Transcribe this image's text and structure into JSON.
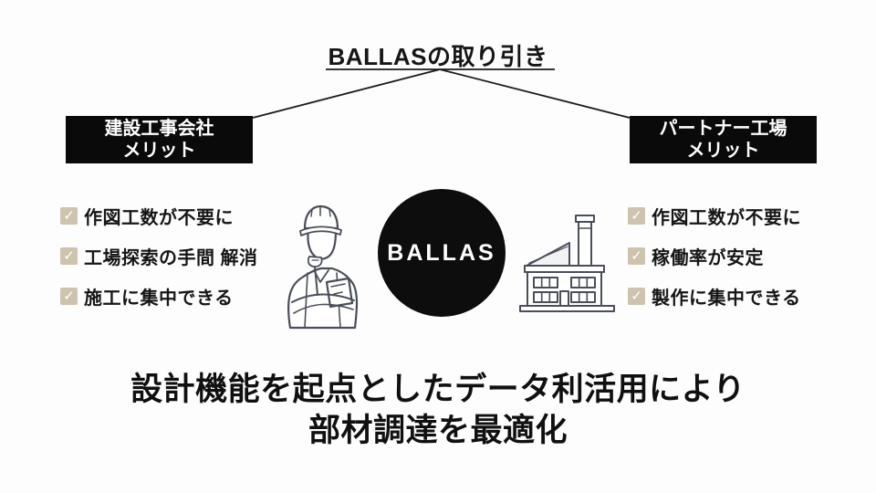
{
  "slide": {
    "title": "BALLASの取り引き"
  },
  "left_panel": {
    "header": {
      "line1": "建設工事会社",
      "line2": "メリット"
    },
    "items": [
      {
        "label": "作図工数が不要に"
      },
      {
        "label": "工場探索の手間 解消"
      },
      {
        "label": "施工に集中できる"
      }
    ]
  },
  "right_panel": {
    "header": {
      "line1": "パートナー工場",
      "line2": "メリット"
    },
    "items": [
      {
        "label": "作図工数が不要に"
      },
      {
        "label": "稼働率が安定"
      },
      {
        "label": "製作に集中できる"
      }
    ]
  },
  "center": {
    "logo": "BALLAS"
  },
  "footer": {
    "line1": "設計機能を起点としたデータ利活用により",
    "line2": "部材調達を最適化"
  },
  "icons": {
    "checkmark": "✓",
    "worker": "construction-worker-illustration",
    "factory": "factory-illustration"
  },
  "colors": {
    "header_box_black": "#0a0a0a",
    "checkbox_tan": "#cec4ae",
    "checkmark_white": "#ffffff",
    "line_black": "#1a1a1a",
    "illustration_stroke": "#4a4e59",
    "background": "#fdfdfd"
  }
}
